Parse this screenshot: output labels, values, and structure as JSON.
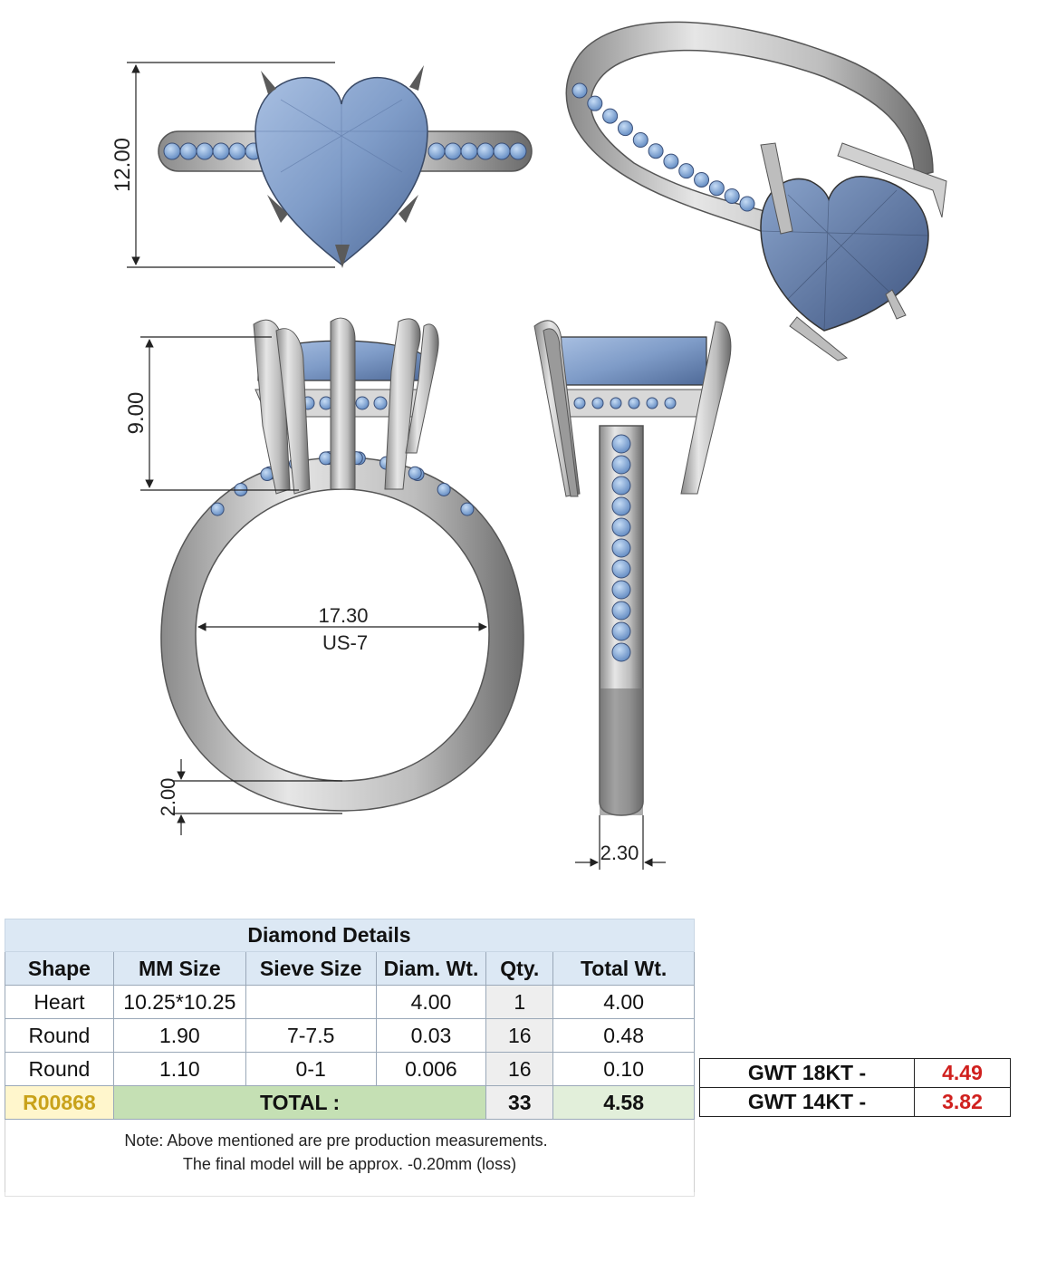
{
  "drawing": {
    "dimensions": {
      "height_top": "12.00",
      "height_setting": "9.00",
      "inner_diameter": "17.30",
      "ring_size": "US-7",
      "band_thickness": "2.00",
      "band_width": "2.30"
    },
    "colors": {
      "metal": "#c9c9c9",
      "metal_dark": "#6e6e6e",
      "stone": "#7f9cc8",
      "stone_dark": "#4f6a98",
      "melee": "#82a8d8"
    }
  },
  "diamond_details": {
    "title": "Diamond Details",
    "headers": [
      "Shape",
      "MM Size",
      "Sieve Size",
      "Diam. Wt.",
      "Qty.",
      "Total Wt."
    ],
    "rows": [
      [
        "Heart",
        "10.25*10.25",
        "",
        "4.00",
        "1",
        "4.00"
      ],
      [
        "Round",
        "1.90",
        "7-7.5",
        "0.03",
        "16",
        "0.48"
      ],
      [
        "Round",
        "1.10",
        "0-1",
        "0.006",
        "16",
        "0.10"
      ]
    ],
    "total": {
      "code": "R00868",
      "label": "TOTAL :",
      "qty": "33",
      "weight": "4.58"
    },
    "note_line1": "Note: Above mentioned are pre production measurements.",
    "note_line2": "The final model will be approx. -0.20mm (loss)"
  },
  "gwt": [
    {
      "label": "GWT 18KT  -",
      "value": "4.49"
    },
    {
      "label": "GWT 14KT  -",
      "value": "3.82"
    }
  ]
}
